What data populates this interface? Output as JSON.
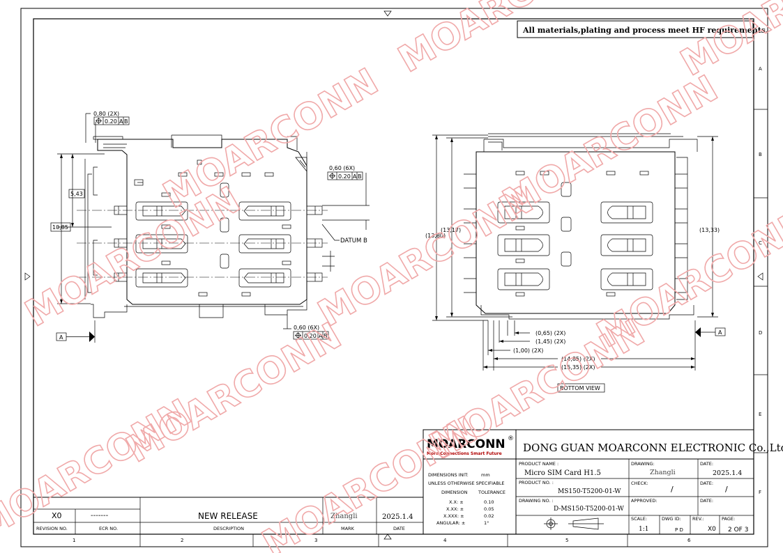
{
  "header_note": "All materials,plating and process meet HF requirements.",
  "watermark": "MOARCONN",
  "zone_letters": [
    "A",
    "B",
    "C",
    "D",
    "E",
    "F"
  ],
  "zone_numbers": [
    "1",
    "2",
    "3",
    "4",
    "5",
    "6"
  ],
  "left_view": {
    "dims": {
      "top_pad": "0,80  (2X)",
      "top_tol_val": "0.20",
      "top_tol_a": "A",
      "top_tol_b": "B",
      "pitch1": "5,43",
      "pitch2": "10,85",
      "right_pad": "0,60  (6X)",
      "right_tol_val": "0.20",
      "right_tol_a": "A",
      "right_tol_b": "B",
      "datum_b": "DATUM B",
      "bottom_pad": "0,60  (6X)",
      "bottom_tol_val": "0.20",
      "bottom_tol_a": "A",
      "bottom_tol_b": "B",
      "datum_a": "A"
    }
  },
  "right_view": {
    "dims": {
      "h_outer": "(13,80)",
      "h_inner": "(13,17)",
      "h_right": "(13,33)",
      "d1": "(0,65)  (2X)",
      "d2": "(1,45)  (2X)",
      "d3": "(1,00)  (2X)",
      "d4": "(14,85)  (2X)",
      "d5": "(15,35)  (2X)",
      "datum_a": "A"
    },
    "view_label": "BOTTOM VIEW"
  },
  "title_block": {
    "logo": "MOARCONN",
    "logo_reg": "®",
    "tagline": "More Connections Smart Future",
    "company": "DONG GUAN MOARCONN ELECTRONIC Co.,Ltd.",
    "dimensions_unit_label": "DIMENSIONS INIT:",
    "dimensions_unit": "mm",
    "unless": "UNLESS OTHERWISE SPECIFIABLE",
    "dim_header": "DIMENSION",
    "tol_header": "TOLERANCE",
    "tolerances": [
      {
        "dim": "X.X:  ±",
        "tol": "0.10"
      },
      {
        "dim": "X.XX:  ±",
        "tol": "0.05"
      },
      {
        "dim": "X.XXX:  ±",
        "tol": "0.02"
      },
      {
        "dim": "ANGULAR:  ±",
        "tol": "1°"
      }
    ],
    "product_name_label": "PRODUCT NAME :",
    "product_name": "Micro SIM Card H1.5",
    "product_no_label": "PRODUCT NO. :",
    "product_no": "MS150-T5200-01-W",
    "drawing_no_label": "DRAWING NO. :",
    "drawing_no": "D-MS150-T5200-01-W",
    "drawing_label": "DRAWING:",
    "drawing_by": "Zhangli",
    "date_label": "DATE:",
    "drawing_date": "2025.1.4",
    "check_label": "CHECK:",
    "check_value": "/",
    "check_date": "/",
    "approved_label": "APPROVED:",
    "scale_label": "SCALE:",
    "scale": "1:1",
    "dwg_id_label": "DWG ID:",
    "dwg_id": "P D",
    "rev_label": "REV.:",
    "rev": "X0",
    "page_label": "PAGE:",
    "page": "2 OF 3"
  },
  "revision_table": {
    "row": {
      "revision": "X0",
      "ecr": "-------",
      "description": "NEW RELEASE",
      "mark": "Zhangli",
      "date": "2025.1.4"
    },
    "headers": {
      "revision": "REVISION NO.",
      "ecr": "ECR NO.",
      "description": "DESCRIPTION",
      "mark": "MARK",
      "date": "DATE"
    }
  }
}
